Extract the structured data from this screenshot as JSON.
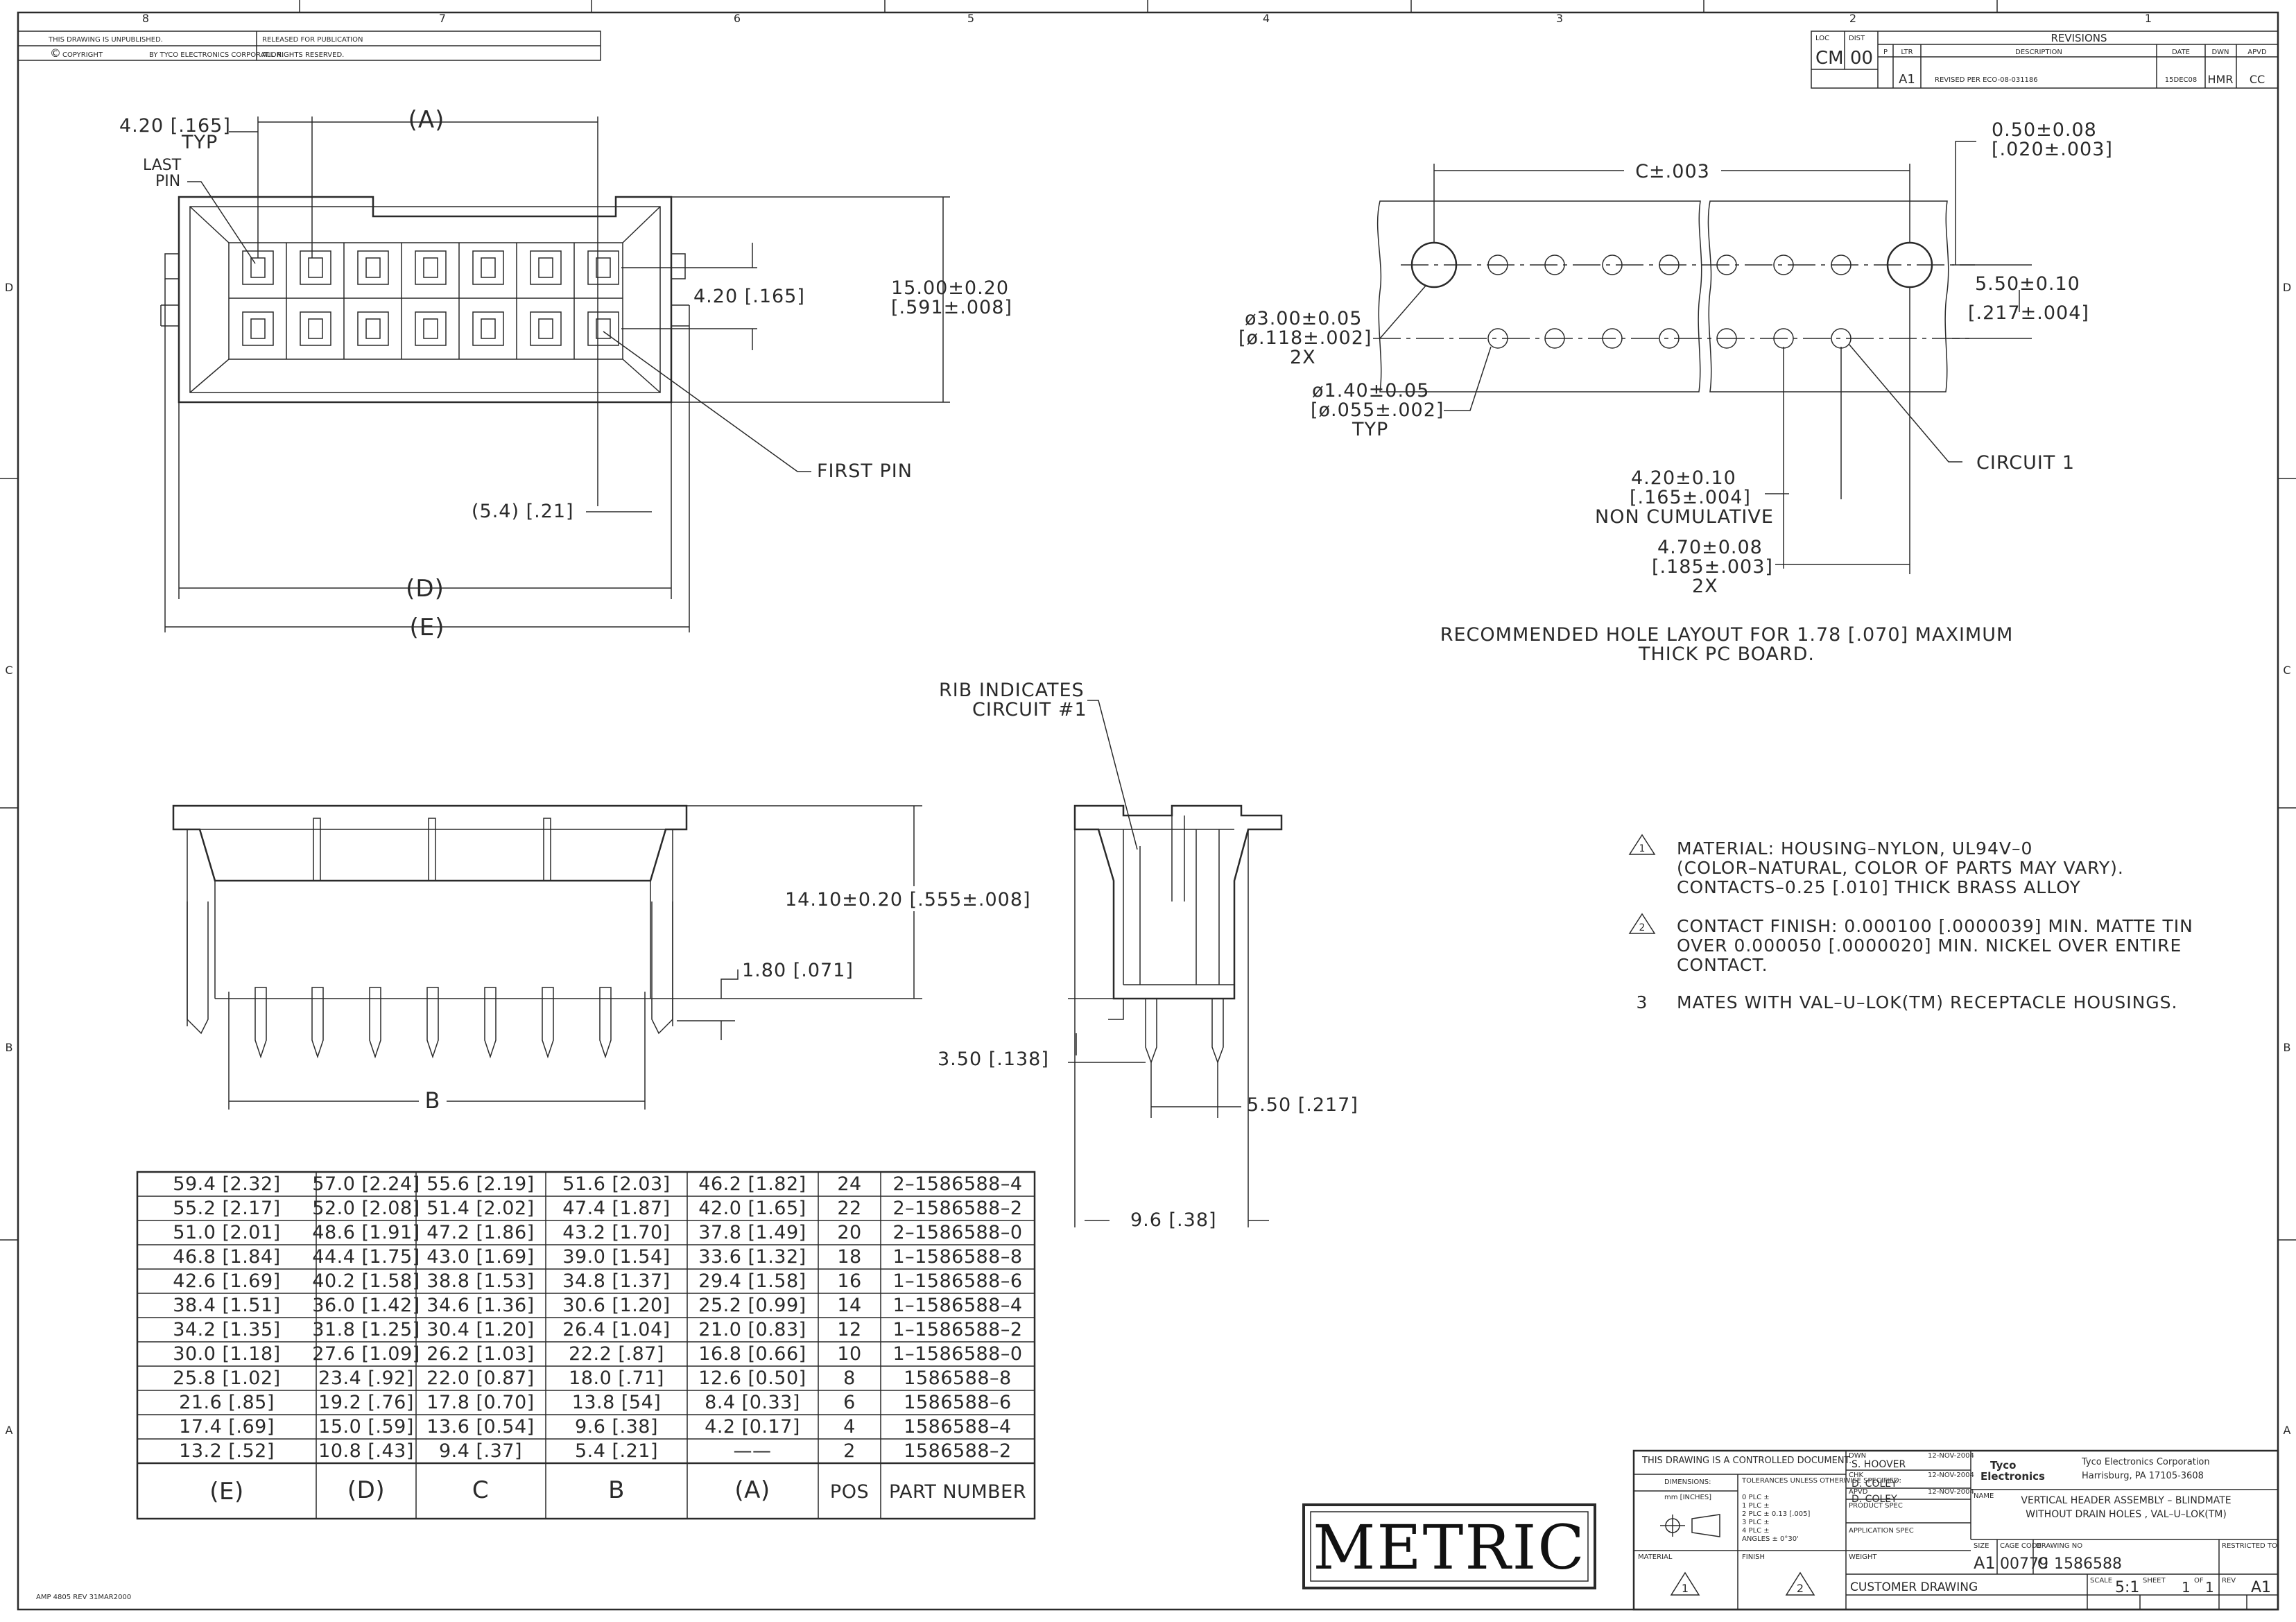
{
  "border": {
    "top_zones": [
      "8",
      "7",
      "6",
      "5",
      "4",
      "3",
      "2",
      "1"
    ],
    "side_zones": [
      "D",
      "C",
      "B",
      "A"
    ]
  },
  "header": {
    "unpublished": "THIS DRAWING IS UNPUBLISHED.",
    "released": "RELEASED FOR PUBLICATION",
    "copyright": "COPYRIGHT",
    "copyright_by": "BY TYCO ELECTRONICS CORPORATION.",
    "rights": "ALL RIGHTS RESERVED.",
    "loc_label": "LOC",
    "loc": "CM",
    "dist_label": "DIST",
    "dist": "00",
    "revisions_title": "REVISIONS",
    "rev_cols": [
      "P",
      "LTR",
      "DESCRIPTION",
      "DATE",
      "DWN",
      "APVD"
    ],
    "rev_row": {
      "ltr": "A1",
      "desc": "REVISED PER ECO-08-031186",
      "date": "15DEC08",
      "dwn": "HMR",
      "apvd": "CC"
    }
  },
  "top_view": {
    "dim_A": "(A)",
    "pitch": "4.20 [.165]",
    "typ": "TYP",
    "last_pin_1": "LAST",
    "last_pin_2": "PIN",
    "row_spacing": "4.20 [.165]",
    "height_1": "15.00±0.20",
    "height_2": "[.591±.008]",
    "first_pin": "FIRST PIN",
    "offset": "(5.4) [.21]",
    "dim_D": "(D)",
    "dim_E": "(E)"
  },
  "hole_layout": {
    "dim_C": "C±.003",
    "pos_tol_1": "0.50±0.08",
    "pos_tol_2": "[.020±.003]",
    "row_1": "5.50±0.10",
    "row_2": "[.217±.004]",
    "big_hole_1": "ø3.00±0.05",
    "big_hole_2": "[ø.118±.002]",
    "big_hole_3": "2X",
    "small_hole_1": "ø1.40±0.05",
    "small_hole_2": "[ø.055±.002]",
    "small_hole_3": "TYP",
    "circuit_1": "CIRCUIT 1",
    "pitch_1": "4.20±0.10",
    "pitch_2": "[.165±.004]",
    "pitch_3": "NON CUMULATIVE",
    "edge_1": "4.70±0.08",
    "edge_2": "[.185±.003]",
    "edge_3": "2X",
    "caption_1": "RECOMMENDED HOLE LAYOUT FOR 1.78 [.070] MAXIMUM",
    "caption_2": "THICK PC BOARD."
  },
  "front_view": {
    "height": "14.10±0.20 [.555±.008]",
    "tail": "1.80 [.071]",
    "dim_B": "B"
  },
  "side_view": {
    "rib_1": "RIB INDICATES",
    "rib_2": "CIRCUIT #1",
    "tail": "3.50 [.138]",
    "depth": "5.50 [.217]",
    "overall": "9.6 [.38]"
  },
  "notes": [
    {
      "num": "1",
      "lines": [
        "MATERIAL:  HOUSING–NYLON, UL94V–0",
        "(COLOR–NATURAL, COLOR OF PARTS MAY VARY).",
        "CONTACTS–0.25 [.010] THICK BRASS ALLOY"
      ]
    },
    {
      "num": "2",
      "lines": [
        "CONTACT FINISH:  0.000100 [.0000039] MIN. MATTE TIN",
        "OVER 0.000050 [.0000020] MIN. NICKEL OVER ENTIRE",
        "CONTACT."
      ]
    },
    {
      "num": "3",
      "lines": [
        "MATES WITH VAL–U–LOK(TM) RECEPTACLE HOUSINGS."
      ]
    }
  ],
  "table": {
    "headers": [
      "(E)",
      "(D)",
      "C",
      "B",
      "(A)",
      "POS",
      "PART NUMBER"
    ],
    "rows": [
      [
        "59.4  [2.32]",
        "57.0  [2.24]",
        "55.6  [2.19]",
        "51.6  [2.03]",
        "46.2  [1.82]",
        "24",
        "2–1586588–4"
      ],
      [
        "55.2  [2.17]",
        "52.0  [2.08]",
        "51.4  [2.02]",
        "47.4  [1.87]",
        "42.0  [1.65]",
        "22",
        "2–1586588–2"
      ],
      [
        "51.0  [2.01]",
        "48.6  [1.91]",
        "47.2  [1.86]",
        "43.2  [1.70]",
        "37.8  [1.49]",
        "20",
        "2–1586588–0"
      ],
      [
        "46.8  [1.84]",
        "44.4  [1.75]",
        "43.0  [1.69]",
        "39.0  [1.54]",
        "33.6  [1.32]",
        "18",
        "1–1586588–8"
      ],
      [
        "42.6  [1.69]",
        "40.2  [1.58]",
        "38.8  [1.53]",
        "34.8  [1.37]",
        "29.4  [1.58]",
        "16",
        "1–1586588–6"
      ],
      [
        "38.4  [1.51]",
        "36.0  [1.42]",
        "34.6  [1.36]",
        "30.6  [1.20]",
        "25.2  [0.99]",
        "14",
        "1–1586588–4"
      ],
      [
        "34.2  [1.35]",
        "31.8  [1.25]",
        "30.4  [1.20]",
        "26.4  [1.04]",
        "21.0  [0.83]",
        "12",
        "1–1586588–2"
      ],
      [
        "30.0  [1.18]",
        "27.6  [1.09]",
        "26.2  [1.03]",
        "22.2  [.87]",
        "16.8  [0.66]",
        "10",
        "1–1586588–0"
      ],
      [
        "25.8  [1.02]",
        "23.4  [.92]",
        "22.0  [0.87]",
        "18.0  [.71]",
        "12.6  [0.50]",
        "8",
        "1586588–8"
      ],
      [
        "21.6  [.85]",
        "19.2  [.76]",
        "17.8  [0.70]",
        "13.8  [54]",
        "8.4  [0.33]",
        "6",
        "1586588–6"
      ],
      [
        "17.4  [.69]",
        "15.0  [.59]",
        "13.6  [0.54]",
        "9.6  [.38]",
        "4.2  [0.17]",
        "4",
        "1586588–4"
      ],
      [
        "13.2  [.52]",
        "10.8  [.43]",
        "9.4  [.37]",
        "5.4  [.21]",
        "——",
        "2",
        "1586588–2"
      ]
    ]
  },
  "metric": "METRIC",
  "title_block": {
    "controlled": "THIS DRAWING IS A CONTROLLED DOCUMENT.",
    "dims_label": "DIMENSIONS:",
    "dims_unit": "mm [INCHES]",
    "tol_label": "TOLERANCES UNLESS OTHERWISE SPECIFIED:",
    "tol_lines": [
      "0 PLC  ±",
      "1 PLC  ±",
      "2 PLC  ± 0.13 [.005]",
      "3 PLC  ±",
      "4 PLC  ±",
      "ANGLES  ± 0°30'"
    ],
    "material_label": "MATERIAL",
    "finish_label": "FINISH",
    "note1": "1",
    "note2": "2",
    "dwn_label": "DWN",
    "dwn": "S. HOOVER",
    "dwn_date": "12-NOV-2004",
    "chk_label": "CHK",
    "chk": "D. COLEY",
    "chk_date": "12-NOV-2004",
    "apvd_label": "APVD",
    "apvd": "D. COLEY",
    "apvd_date": "12-NOV-2004",
    "product_spec": "PRODUCT SPEC",
    "app_spec": "APPLICATION SPEC",
    "weight": "WEIGHT",
    "company_logo_1": "Tyco",
    "company_logo_2": "Electronics",
    "company": "Tyco Electronics Corporation",
    "city": "Harrisburg, PA 17105-3608",
    "name_label": "NAME",
    "name_1": "VERTICAL HEADER ASSEMBLY – BLINDMATE",
    "name_2": "WITHOUT DRAIN HOLES , VAL–U–LOK(TM)",
    "size_label": "SIZE",
    "size": "A1",
    "cage_label": "CAGE CODE",
    "cage": "00779",
    "dwg_label": "DRAWING NO",
    "dwg": "1586588",
    "restricted": "RESTRICTED TO",
    "customer": "CUSTOMER DRAWING",
    "scale_label": "SCALE",
    "scale": "5:1",
    "sheet_label": "SHEET",
    "sheet": "1",
    "of_label": "OF",
    "of": "1",
    "rev_label": "REV",
    "rev": "A1"
  },
  "footer": "AMP 4805 REV 31MAR2000"
}
